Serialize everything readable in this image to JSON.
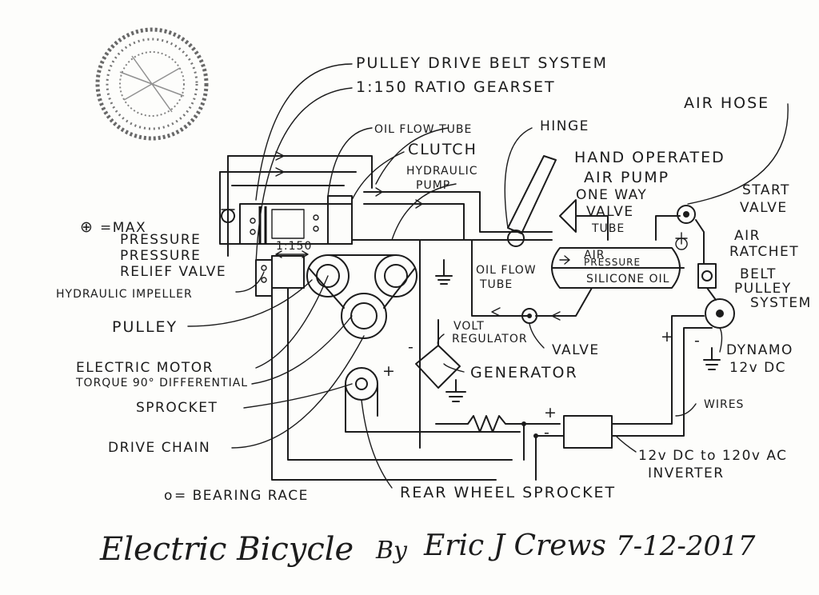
{
  "labels": {
    "pulley_drive_belt_system": "PULLEY DRIVE BELT SYSTEM",
    "gearset": "1:150 RATIO GEARSET",
    "oil_flow_tube_top": "OIL FLOW TUBE",
    "hinge": "HINGE",
    "air_hose": "AIR HOSE",
    "clutch": "CLUTCH",
    "hydraulic": "HYDRAULIC",
    "pump": "PUMP",
    "hand_operated": "HAND OPERATED",
    "air_pump": "AIR PUMP",
    "one_way": "ONE WAY",
    "valve_word": "VALVE",
    "tube": "TUBE",
    "start": "START",
    "start_valve": "VALVE",
    "max_line1": "=MAX",
    "max_line2": "PRESSURE",
    "max_line3": "PRESSURE",
    "max_line4": "RELIEF VALVE",
    "ratio_small": "1:150",
    "air_pressure_1": "AIR",
    "air_pressure_2": "PRESSURE",
    "silicone_oil": "SILICONE OIL",
    "air_ratchet_1": "AIR",
    "air_ratchet_2": "RATCHET",
    "belt_pulley_1": "BELT",
    "belt_pulley_2": "PULLEY",
    "belt_pulley_3": "SYSTEM",
    "oil_flow_tube_mid_1": "OIL FLOW",
    "oil_flow_tube_mid_2": "TUBE",
    "hydraulic_impeller": "HYDRAULIC IMPELLER",
    "pulley": "PULLEY",
    "volt_regulator_1": "VOLT",
    "volt_regulator_2": "REGULATOR",
    "valve_bottom": "VALVE",
    "dynamo_1": "DYNAMO",
    "dynamo_2": "12v DC",
    "electric_motor": "ELECTRIC MOTOR",
    "torque_diff": "TORQUE 90° DIFFERENTIAL",
    "generator": "GENERATOR",
    "sprocket": "SPROCKET",
    "wires": "WIRES",
    "drive_chain": "DRIVE CHAIN",
    "inverter_1": "12v DC to 120v AC",
    "inverter_2": "INVERTER",
    "bearing_race": "= BEARING RACE",
    "bearing_symbol": "o",
    "rear_wheel_sprocket": "REAR WHEEL SPROCKET",
    "plus_1": "+",
    "plus_2": "+",
    "plus_3": "+",
    "minus_1": "-",
    "minus_2": "-",
    "minus_3": "-"
  },
  "footer": {
    "title": "Electric Bicycle",
    "by": "By",
    "signature": "Eric J Crews",
    "date": "7-12-2017"
  },
  "icons": [
    "notary-seal",
    "max-pressure-relief-symbol",
    "ground-symbol"
  ]
}
